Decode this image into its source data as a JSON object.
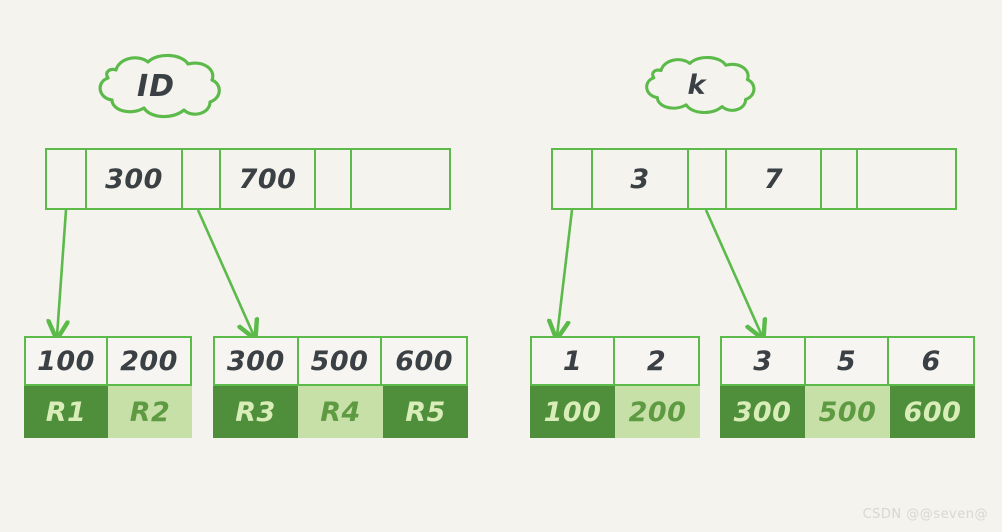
{
  "background_color": "#f4f3ee",
  "accent_green": "#5cba4a",
  "dark_green": "#4f8f3c",
  "light_green": "#c6e0a7",
  "ink_color": "#3b4044",
  "watermark": {
    "text": "CSDN @@seven@",
    "color": "#d8d7d1"
  },
  "trees": [
    {
      "id": "primary-index",
      "cloud_label": "ID",
      "root": {
        "cells": [
          {
            "label": "",
            "kind": "pointer"
          },
          {
            "label": "300",
            "kind": "key"
          },
          {
            "label": "",
            "kind": "pointer"
          },
          {
            "label": "700",
            "kind": "key"
          },
          {
            "label": "",
            "kind": "pointer"
          },
          {
            "label": "",
            "kind": "empty"
          }
        ]
      },
      "leaves": [
        {
          "id": "leaf-1",
          "keys": [
            "100",
            "200"
          ],
          "values": [
            "R1",
            "R2"
          ],
          "shades": [
            "dark",
            "light"
          ]
        },
        {
          "id": "leaf-2",
          "keys": [
            "300",
            "500",
            "600"
          ],
          "values": [
            "R3",
            "R4",
            "R5"
          ],
          "shades": [
            "dark",
            "light",
            "dark"
          ]
        }
      ]
    },
    {
      "id": "secondary-index",
      "cloud_label": "k",
      "root": {
        "cells": [
          {
            "label": "",
            "kind": "pointer"
          },
          {
            "label": "3",
            "kind": "key"
          },
          {
            "label": "",
            "kind": "pointer"
          },
          {
            "label": "7",
            "kind": "key"
          },
          {
            "label": "",
            "kind": "pointer"
          },
          {
            "label": "",
            "kind": "empty"
          }
        ]
      },
      "leaves": [
        {
          "id": "leaf-3",
          "keys": [
            "1",
            "2"
          ],
          "values": [
            "100",
            "200"
          ],
          "shades": [
            "dark",
            "light"
          ]
        },
        {
          "id": "leaf-4",
          "keys": [
            "3",
            "5",
            "6"
          ],
          "values": [
            "300",
            "500",
            "600"
          ],
          "shades": [
            "dark",
            "light",
            "dark"
          ]
        }
      ]
    }
  ]
}
